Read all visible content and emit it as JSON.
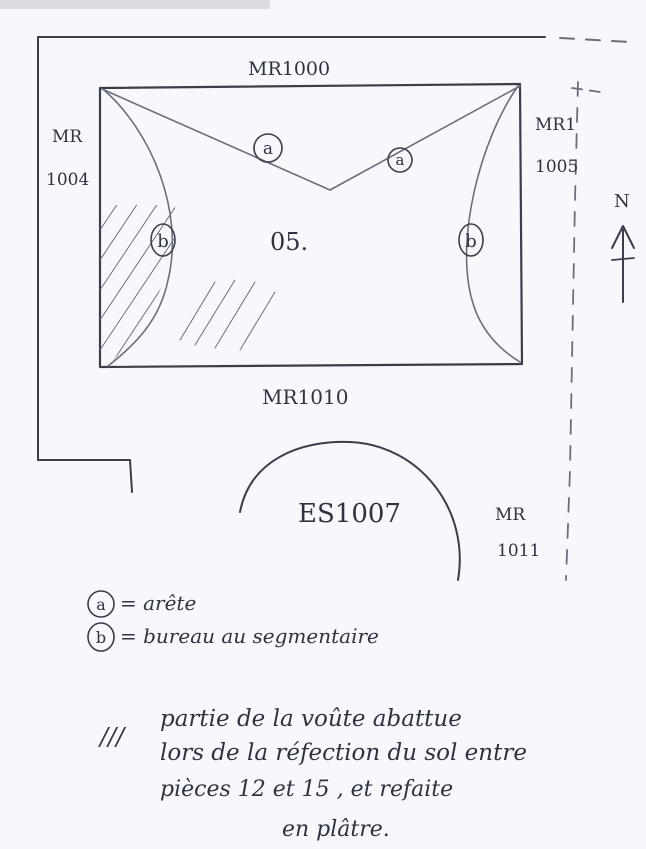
{
  "walls": {
    "north": "MR1000",
    "west_line1": "MR",
    "west_line2": "1004",
    "east_line1": "MR1",
    "east_line2": "1005",
    "south": "MR1010",
    "southeast_line1": "MR",
    "southeast_line2": "1011"
  },
  "room": {
    "number": "05."
  },
  "structure": {
    "label": "ES1007"
  },
  "compass": {
    "north": "N"
  },
  "markers": {
    "a": "a",
    "b": "b"
  },
  "legend": {
    "a_symbol": "a",
    "a_text": "= arête",
    "b_symbol": "b",
    "b_text": "= bureau au segmentaire",
    "hatch_symbol": "///",
    "hatch_line1": "partie de la voûte abattue",
    "hatch_line2": "lors de la réfection du sol entre",
    "hatch_line3": "pièces 12 et 15 , et refaite",
    "hatch_line4": "en plâtre."
  },
  "colors": {
    "paper": "#f7f8fb",
    "ink": "#3a3e4b",
    "topbar": "#dcdde2"
  }
}
